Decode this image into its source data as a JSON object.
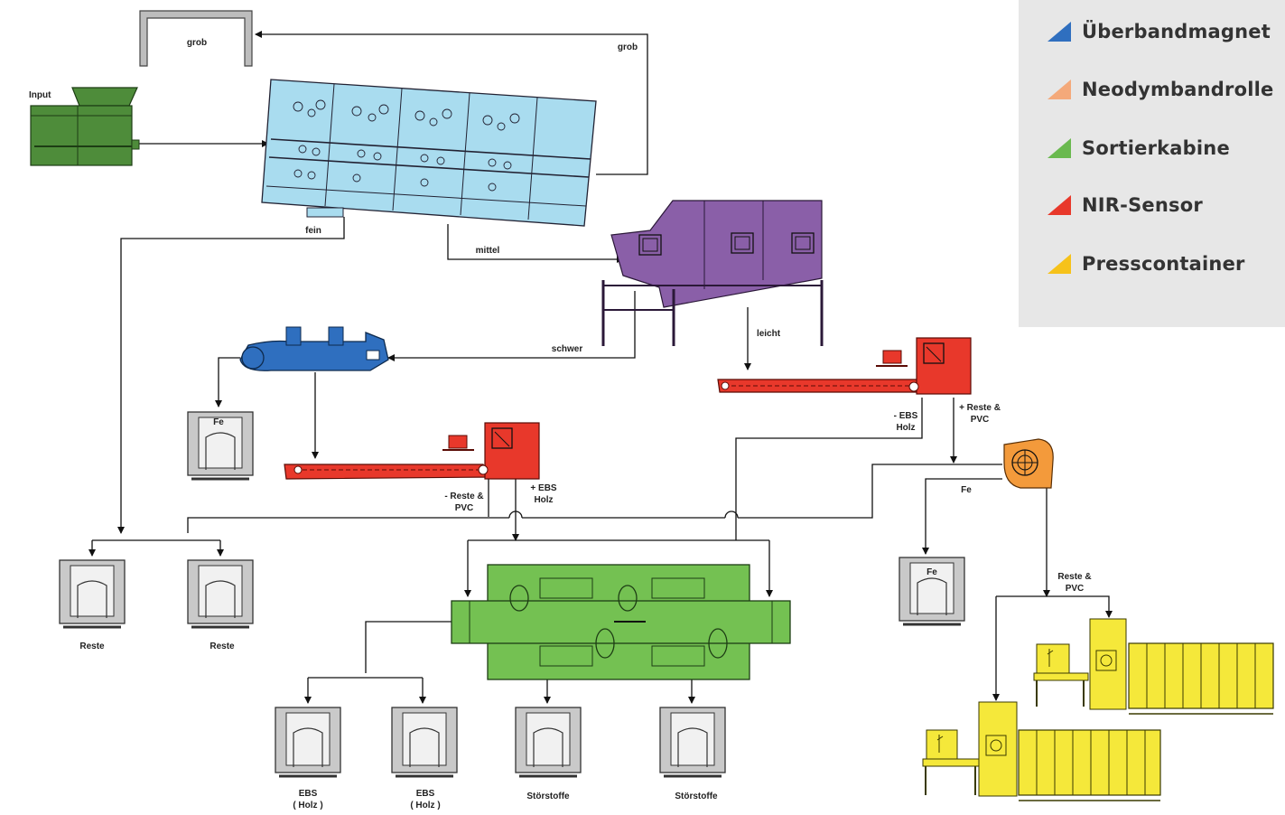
{
  "legend": {
    "items": [
      {
        "label": "Überbandmagnet",
        "color": "#2f6fbf"
      },
      {
        "label": "Neodymbandrolle",
        "color": "#f4a97a"
      },
      {
        "label": "Sortierkabine",
        "color": "#6ab94f"
      },
      {
        "label": "NIR-Sensor",
        "color": "#e8382b"
      },
      {
        "label": "Presscontainer",
        "color": "#f6c21a"
      }
    ]
  },
  "labels": {
    "input": "Input",
    "grob_bunker": "grob",
    "grob_line": "grob",
    "fein": "fein",
    "mittel": "mittel",
    "schwer": "schwer",
    "leicht": "leicht",
    "fe_left": "Fe",
    "fe_right": "Fe",
    "minus_ebs_l1": "- EBS",
    "minus_ebs_l2": "Holz",
    "plus_reste_l1": "+ Reste &",
    "plus_reste_l2": "PVC",
    "minus_reste_l1": "- Reste &",
    "minus_reste_l2": "PVC",
    "plus_ebs_l1": "+ EBS",
    "plus_ebs_l2": "Holz",
    "reste_pvc_l1": "Reste &",
    "reste_pvc_l2": "PVC",
    "reste1": "Reste",
    "reste2": "Reste",
    "ebs1_l1": "EBS",
    "ebs1_l2": "( Holz )",
    "ebs2_l1": "EBS",
    "ebs2_l2": "( Holz )",
    "stoer1": "Störstoffe",
    "stoer2": "Störstoffe"
  },
  "colors": {
    "shredder": "#4e8c3a",
    "screen": "#a9dcef",
    "windsifter": "#8a5fa8",
    "magnet": "#2f6fbf",
    "nir": "#e8382b",
    "neodym": "#f39a3b",
    "cabin": "#74c152",
    "press": "#f5e83a",
    "container": "#c9c9c9"
  }
}
